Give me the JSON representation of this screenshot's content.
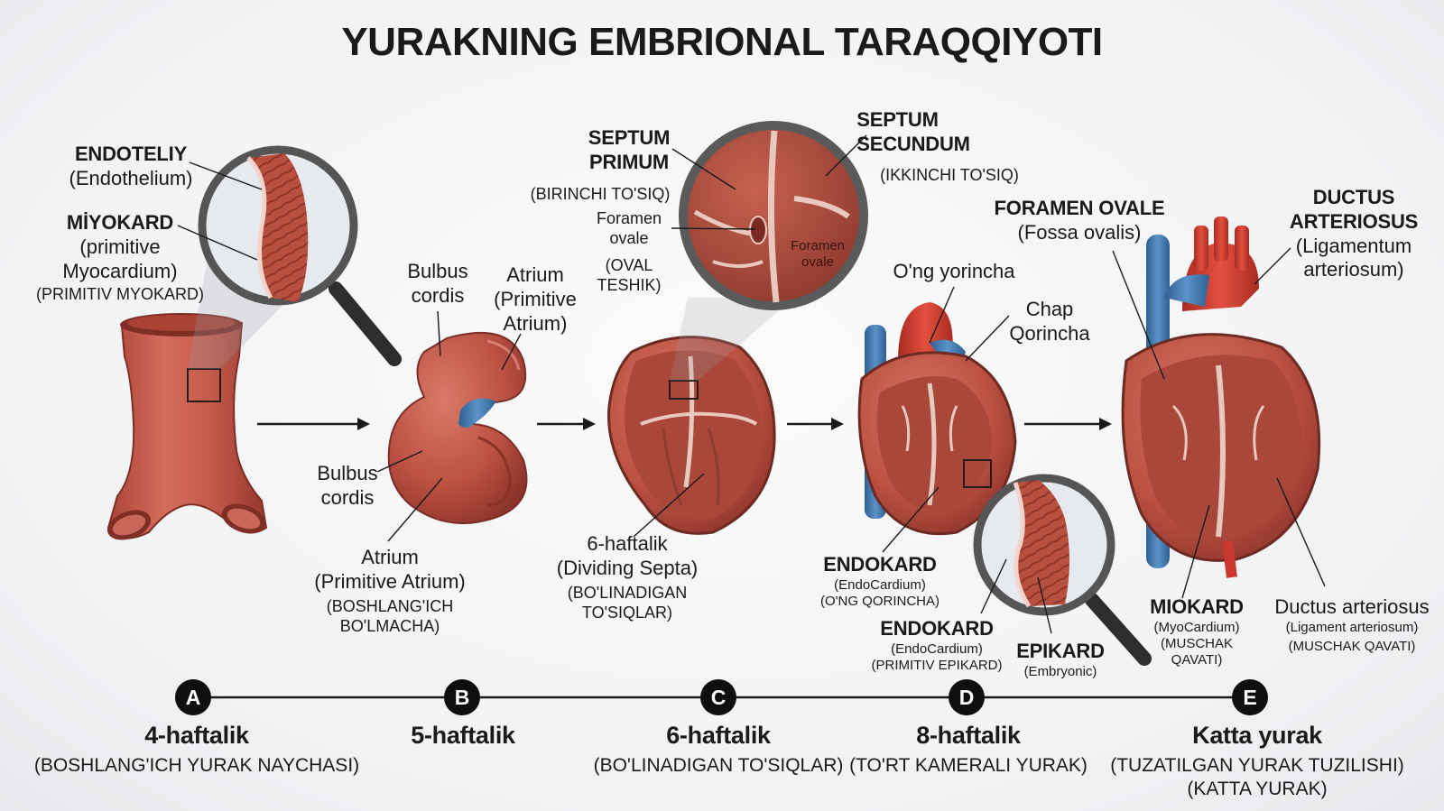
{
  "title": "YURAKNING EMBRIONAL TARAQQIYOTI",
  "labels": {
    "endoteliy": "ENDOTELIY",
    "endothelium": "(Endothelium)",
    "miyokard": "MİYOKARD",
    "primitive": "(primitive",
    "myocardium": "Myocardium)",
    "primitiv_myokard": "(PRIMITIV MYOKARD)",
    "bulbus_top_1": "Bulbus",
    "bulbus_top_2": "cordis",
    "atrium_top_1": "Atrium",
    "atrium_top_2": "(Primitive",
    "atrium_top_3": "Atrium)",
    "bulbus_mid_1": "Bulbus",
    "bulbus_mid_2": "cordis",
    "atrium_bottom_1": "Atrium",
    "atrium_bottom_2": "(Primitive Atrium)",
    "atrium_bottom_3": "(BOSHLANG'ICH",
    "atrium_bottom_4": "BO'LMACHA)",
    "septum_primum_1": "SEPTUM",
    "septum_primum_2": "PRIMUM",
    "birinchi": "(BIRINCHI TO'SIQ)",
    "foramen_1": "Foramen",
    "foramen_2": "ovale",
    "oval_1": "(OVAL",
    "oval_2": "TESHIK)",
    "foramen_in_1": "Foramen",
    "foramen_in_2": "ovale",
    "septum_sec_1": "SEPTUM",
    "septum_sec_2": "SECUNDUM",
    "ikkinchi": "(IKKINCHI TO'SIQ)",
    "six_1": "6-haftalik",
    "six_2": "(Dividing Septa)",
    "six_3": "(BO'LINADIGAN",
    "six_4": "TO'SIQLAR)",
    "ong_yorincha": "O'ng yorincha",
    "chap_1": "Chap",
    "chap_2": "Qorincha",
    "endokard_a": "ENDOKARD",
    "endokard_a_2": "(EndoCardium)",
    "endokard_a_3": "(O'NG QORINCHA)",
    "endokard_b": "ENDOKARD",
    "endokard_b_2": "(EndoCardium)",
    "endokard_b_3": "(PRIMITIV EPIKARD)",
    "epikard": "EPIKARD",
    "epikard_2": "(Embryonic)",
    "foramen_ovale_big": "FORAMEN OVALE",
    "fossa": "(Fossa ovalis)",
    "ductus_1": "DUCTUS",
    "ductus_2": "ARTERIOSUS",
    "ductus_3": "(Ligamentum",
    "ductus_4": "arteriosum)",
    "miokard": "MIOKARD",
    "miokard_2": "(MyoCardium)",
    "miokard_3": "(MUSCHAK",
    "miokard_4": "QAVATI)",
    "ductus_art": "Ductus arteriosus",
    "ductus_art_2": "(Ligament arteriosum)",
    "ductus_art_3": "(MUSCHAK QAVATI)"
  },
  "timeline": [
    {
      "letter": "A",
      "week": "4-haftalik",
      "desc": "(BOSHLANG'ICH YURAK NAYCHASI)"
    },
    {
      "letter": "B",
      "week": "5-haftalik",
      "desc": ""
    },
    {
      "letter": "C",
      "week": "6-haftalik",
      "desc": "(BO'LINADIGAN TO'SIQLAR)"
    },
    {
      "letter": "D",
      "week": "8-haftalik",
      "desc": "(TO'RT KAMERALI YURAK)"
    },
    {
      "letter": "E",
      "week": "Katta yurak",
      "desc": "(TUZATILGAN YURAK TUZILISHI)",
      "desc2": "(KATTA YURAK)"
    }
  ],
  "colors": {
    "muscle": "#c2584a",
    "muscle_dark": "#8e3a30",
    "vessel_blue": "#3d74a8",
    "aorta_red": "#c9382c",
    "badge": "#0f0f10"
  }
}
